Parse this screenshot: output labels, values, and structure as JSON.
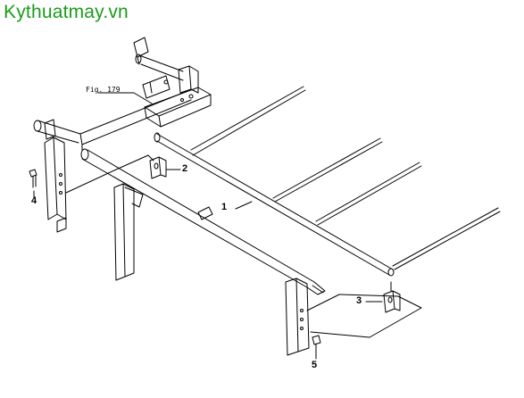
{
  "watermark": {
    "text": "Kythuatmay.vn",
    "color": "#1a9c1a"
  },
  "figure_reference": "Fig. 179",
  "callouts": {
    "c1": "1",
    "c2": "2",
    "c3": "3",
    "c4": "4",
    "c5": "5"
  },
  "colors": {
    "line": "#000000",
    "background": "#ffffff"
  }
}
